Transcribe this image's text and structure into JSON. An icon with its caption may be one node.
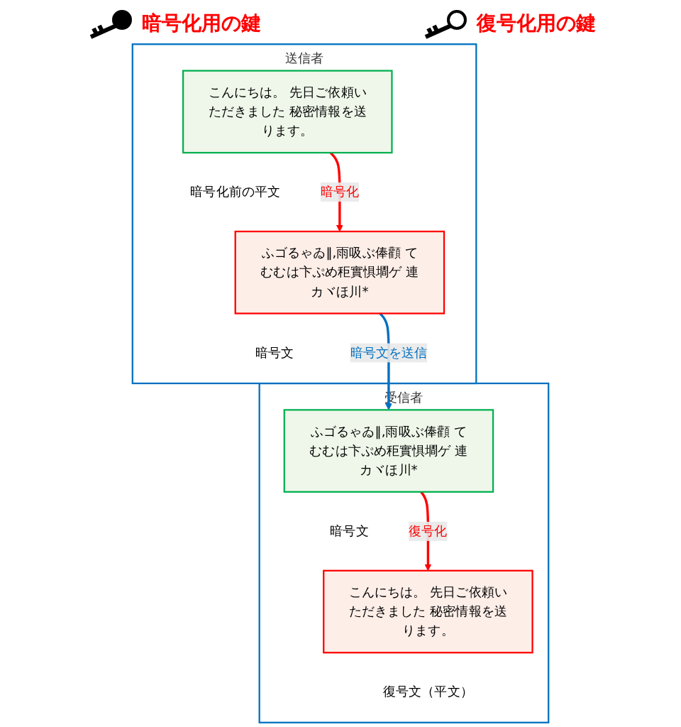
{
  "diagram": {
    "nodes": [
      {
        "text": [
          "送信者"
        ]
      },
      {
        "text": [
          "こんにちは。 先日ご依頼いただきました 秘密情報を送ります。"
        ],
        "in": 0,
        "beside": [
          "暗号化前の平文"
        ]
      },
      {
        "text": [
          "ふゴるゃゐ‖,雨吸ぶ俸顴 てむむは卞ぷめ秬實惧墹ゲ 連カヾほ川*"
        ],
        "in": 0,
        "beside": [
          "暗号文"
        ]
      },
      {
        "text": [
          "受信者"
        ]
      },
      {
        "text": [
          "ふゴるゃゐ‖,雨吸ぶ俸顴 てむむは卞ぷめ秬實惧墹ゲ 連カヾほ川*"
        ],
        "in": 3,
        "beside": [
          "暗号文"
        ]
      },
      {
        "text": [
          "こんにちは。 先日ご依頼いただきました 秘密情報を送ります。"
        ],
        "in": 3,
        "beside": [
          "復号文（平文）"
        ]
      }
    ],
    "edges": [
      {
        "from": 1,
        "to": 2,
        "arrow": "to",
        "label": "暗号化"
      },
      {
        "from": 2,
        "to": 4,
        "arrow": "to",
        "label": "暗号文を送信",
        "color": "#0070c0"
      },
      {
        "from": 4,
        "to": 5,
        "arrow": "to",
        "label": "復号化"
      }
    ],
    "labels": [
      "暗号化用の鍵",
      "復号化用の鍵"
    ]
  }
}
